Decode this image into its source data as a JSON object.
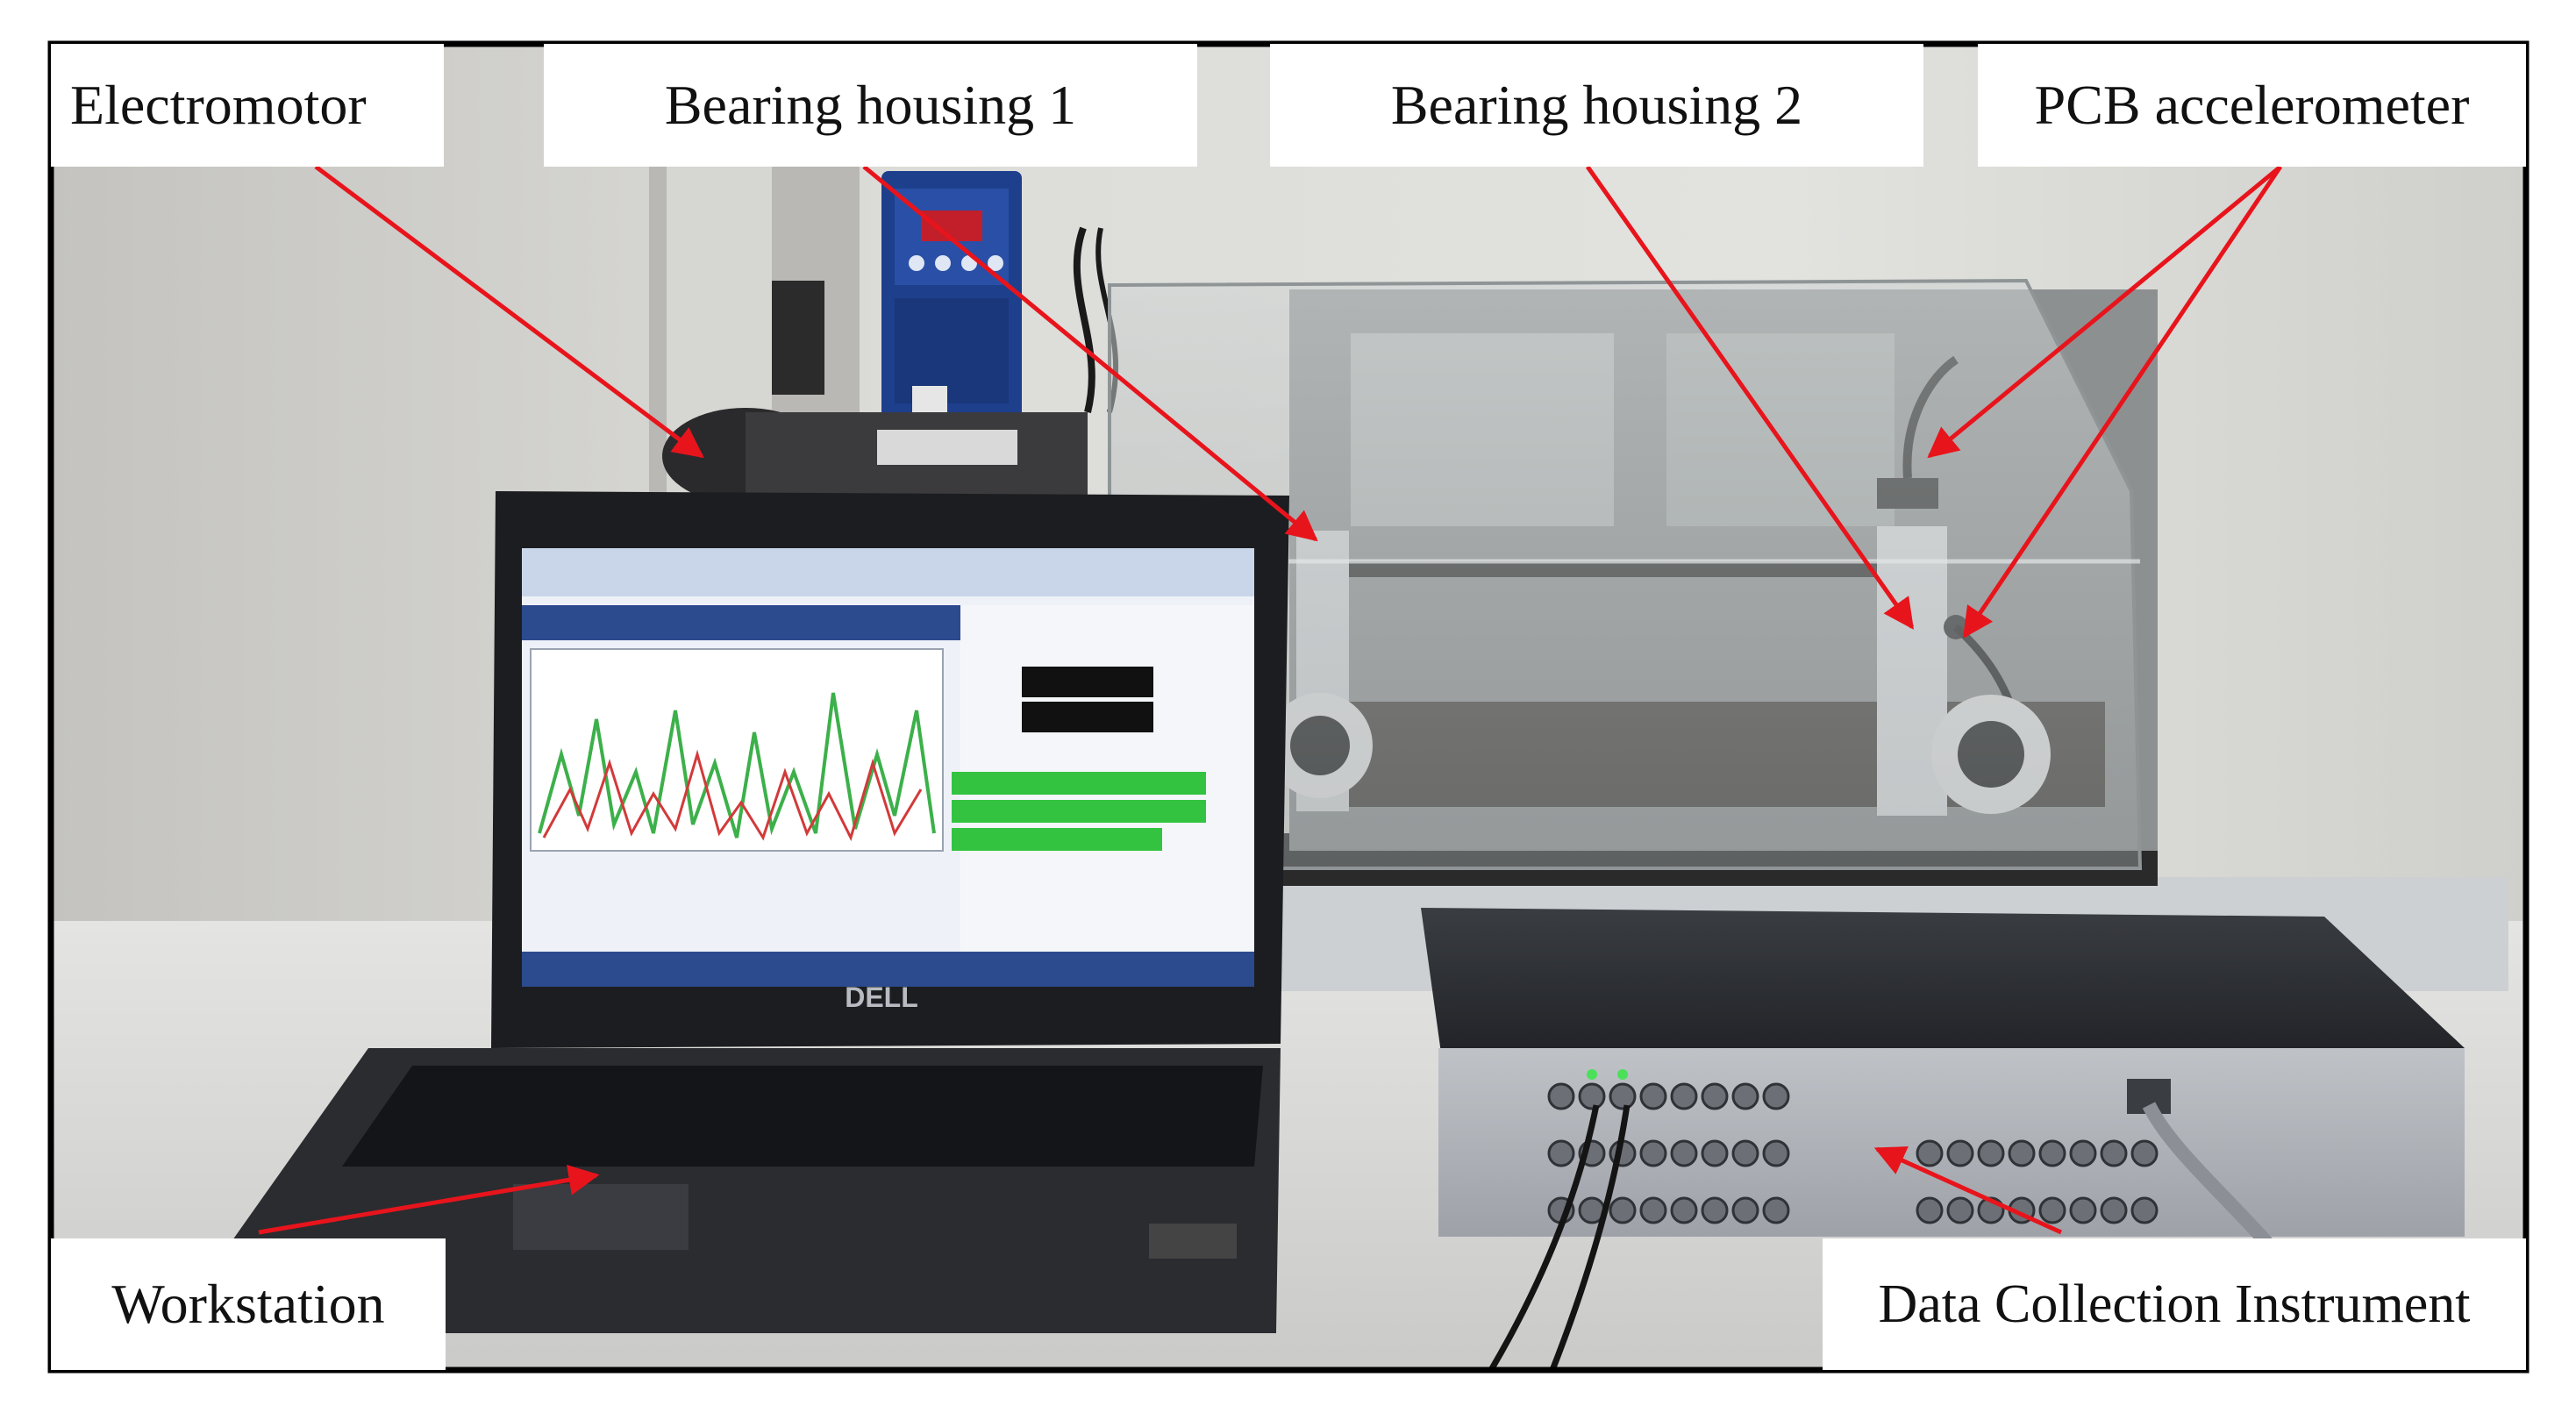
{
  "labels": {
    "electromotor": "Electromotor",
    "bearing_housing_1": "Bearing housing 1",
    "bearing_housing_2": "Bearing housing 2",
    "pcb_accelerometer": "PCB accelerometer",
    "workstation": "Workstation",
    "data_collection_instrument": "Data Collection Instrument"
  },
  "laptop": {
    "brand": "DELL"
  },
  "colors": {
    "arrow": "#e8141c",
    "frame": "#000000",
    "label_bg": "#ffffff",
    "wall": "#d8d8d4",
    "screen_green": "#34c340",
    "device_blue": "#1e3f8c"
  }
}
